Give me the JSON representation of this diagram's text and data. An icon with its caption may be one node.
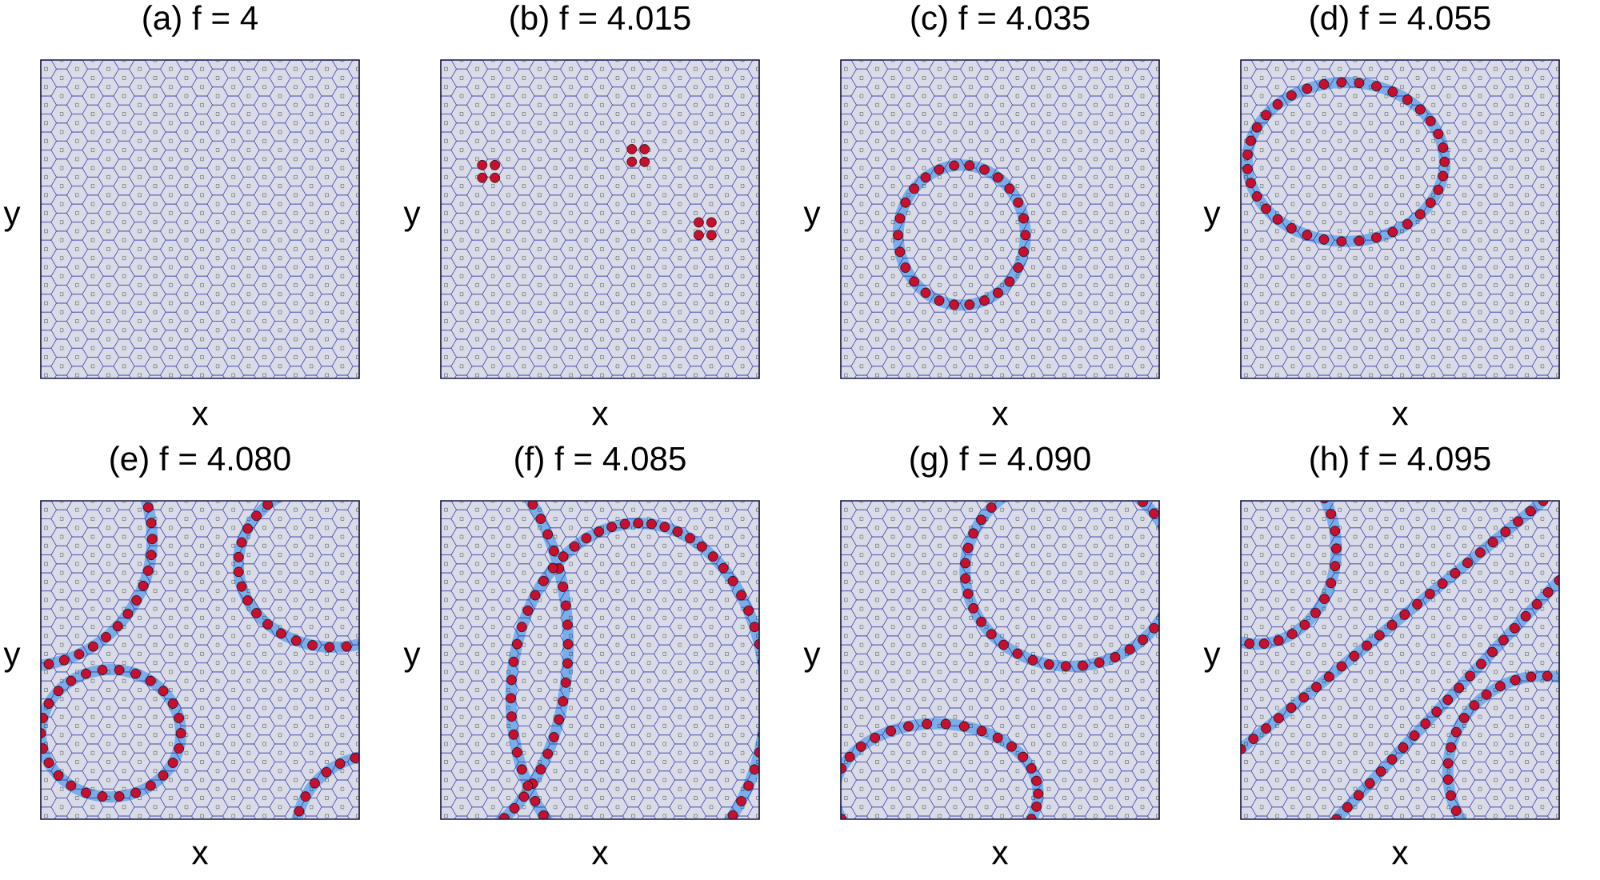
{
  "diagram": {
    "labels": [
      "(a) f = 4",
      "(b) f = 4.015",
      "(c) f = 4.035",
      "(d) f = 4.055",
      "y",
      "y",
      "y",
      "y",
      "x",
      "x",
      "x",
      "x",
      "(e) f = 4.080",
      "(f) f = 4.085",
      "(g) f = 4.090",
      "(h) f = 4.095",
      "y",
      "y",
      "y",
      "y",
      "x",
      "x",
      "x",
      "x"
    ]
  }
}
